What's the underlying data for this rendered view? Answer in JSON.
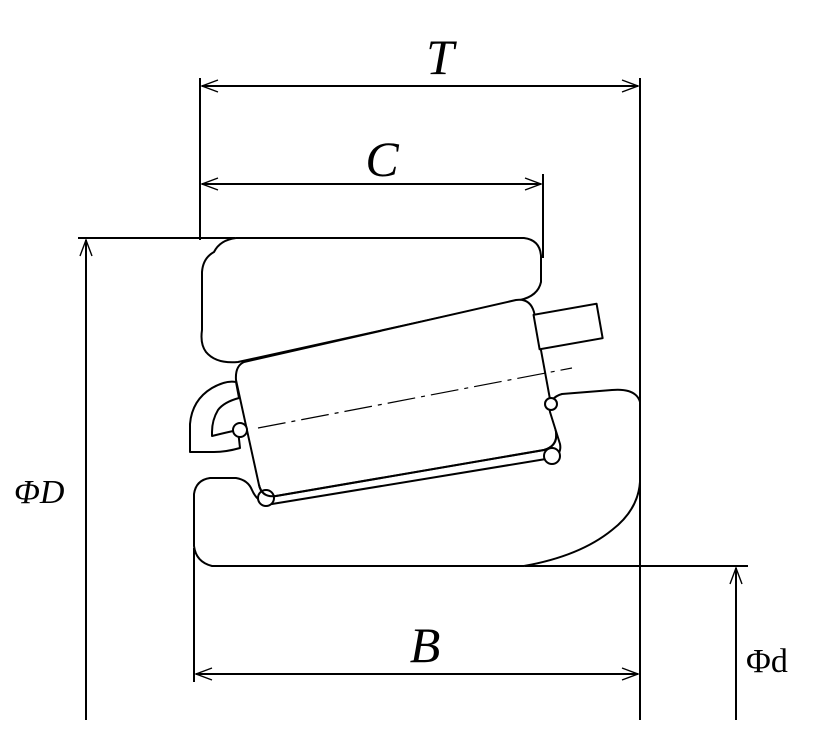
{
  "labels": {
    "T": "T",
    "C": "C",
    "B": "B",
    "phiD": "ΦD",
    "phid": "Φd"
  }
}
